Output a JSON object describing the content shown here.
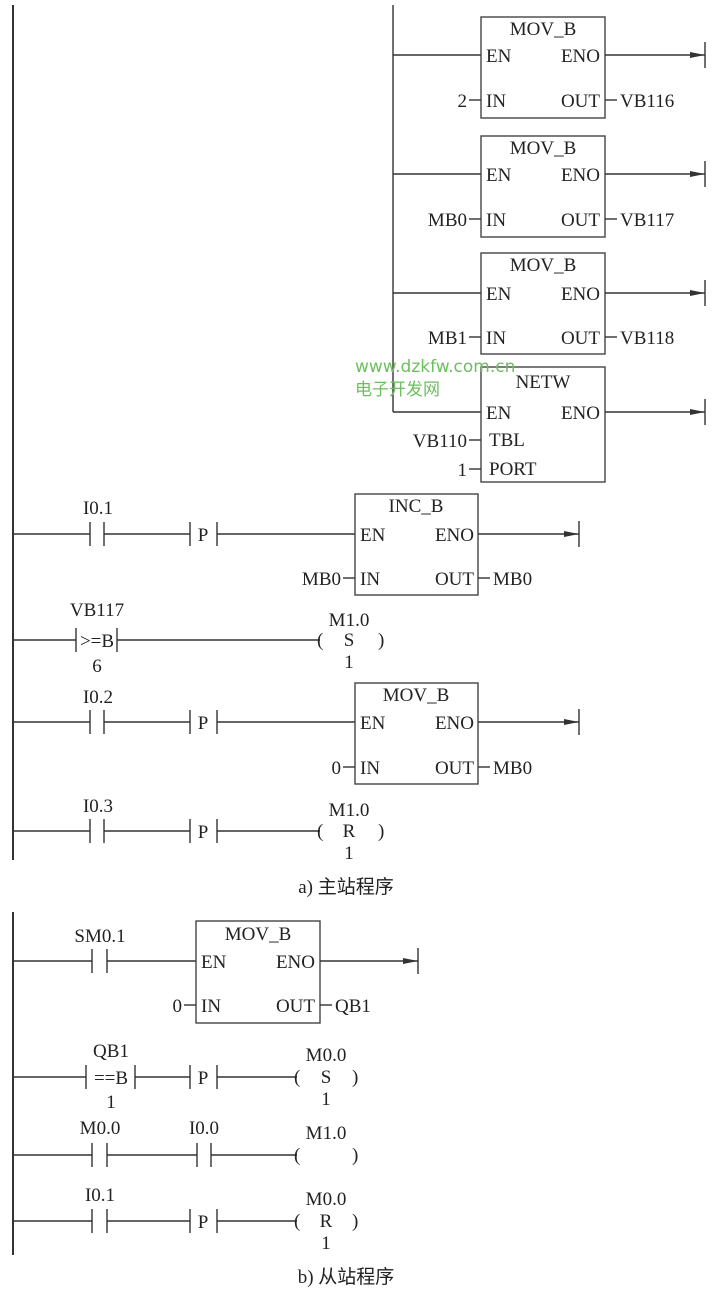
{
  "caption_a": "a) 主站程序",
  "caption_b": "b) 从站程序",
  "watermark": {
    "url": "www.dzkfw.com.cn",
    "name": "电子开发网",
    "color": "#6cbf5e"
  },
  "master": {
    "boxes": [
      {
        "title": "MOV_B",
        "en": "EN",
        "eno": "ENO",
        "in_label": "IN",
        "out_label": "OUT",
        "in_value": "2",
        "out_value": "VB116"
      },
      {
        "title": "MOV_B",
        "en": "EN",
        "eno": "ENO",
        "in_label": "IN",
        "out_label": "OUT",
        "in_value": "MB0",
        "out_value": "VB117"
      },
      {
        "title": "MOV_B",
        "en": "EN",
        "eno": "ENO",
        "in_label": "IN",
        "out_label": "OUT",
        "in_value": "MB1",
        "out_value": "VB118"
      }
    ],
    "netw": {
      "title": "NETW",
      "en": "EN",
      "eno": "ENO",
      "tbl": "TBL",
      "port": "PORT",
      "tbl_value": "VB110",
      "port_value": "1"
    },
    "rung_inc": {
      "contact": "I0.1",
      "edge": "P",
      "title": "INC_B",
      "en": "EN",
      "eno": "ENO",
      "in_label": "IN",
      "out_label": "OUT",
      "in_value": "MB0",
      "out_value": "MB0"
    },
    "rung_cmp": {
      "operand": "VB117",
      "compare": ">=B",
      "constant": "6",
      "coil": "M1.0",
      "coil_type": "S",
      "coil_count": "1"
    },
    "rung_mov": {
      "contact": "I0.2",
      "edge": "P",
      "title": "MOV_B",
      "en": "EN",
      "eno": "ENO",
      "in_label": "IN",
      "out_label": "OUT",
      "in_value": "0",
      "out_value": "MB0"
    },
    "rung_reset": {
      "contact": "I0.3",
      "edge": "P",
      "coil": "M1.0",
      "coil_type": "R",
      "coil_count": "1"
    }
  },
  "slave": {
    "rung_mov": {
      "contact": "SM0.1",
      "title": "MOV_B",
      "en": "EN",
      "eno": "ENO",
      "in_label": "IN",
      "out_label": "OUT",
      "in_value": "0",
      "out_value": "QB1"
    },
    "rung_cmp": {
      "operand": "QB1",
      "compare": "==B",
      "constant": "1",
      "edge": "P",
      "coil": "M0.0",
      "coil_type": "S",
      "coil_count": "1"
    },
    "rung_out": {
      "contact1": "M0.0",
      "contact2": "I0.0",
      "coil": "M1.0"
    },
    "rung_reset": {
      "contact": "I0.1",
      "edge": "P",
      "coil": "M0.0",
      "coil_type": "R",
      "coil_count": "1"
    }
  }
}
